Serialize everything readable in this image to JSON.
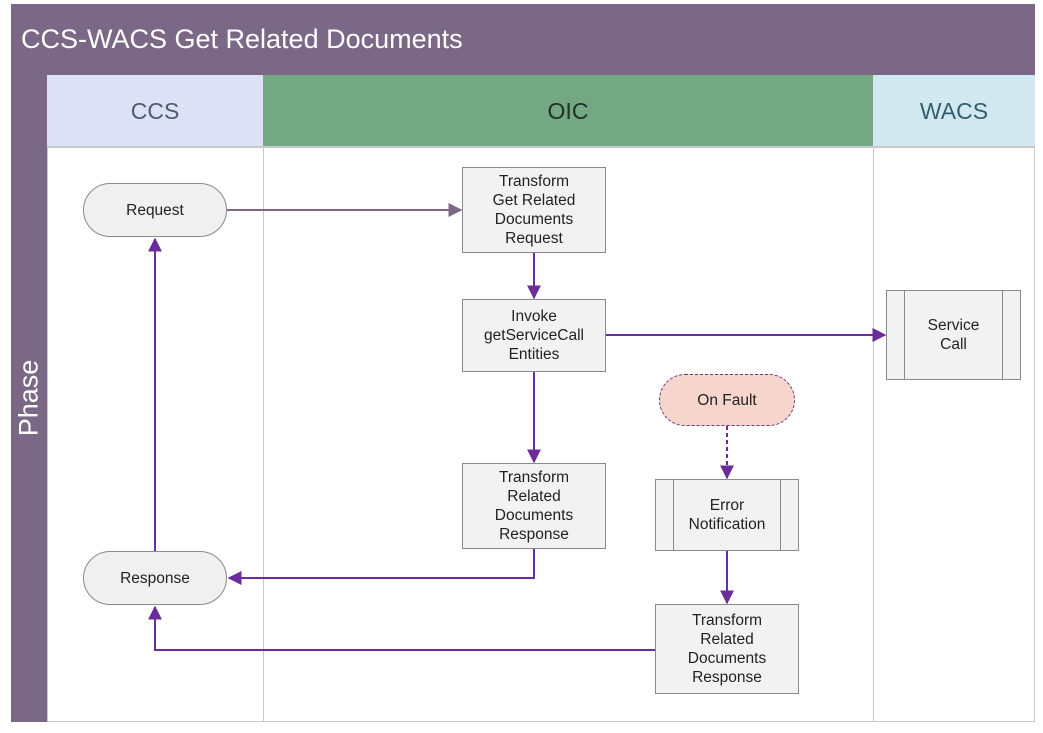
{
  "title": "CCS-WACS Get Related Documents",
  "phase_label": "Phase",
  "lanes": {
    "ccs": "CCS",
    "oic": "OIC",
    "wacs": "WACS"
  },
  "nodes": {
    "request": "Request",
    "response": "Response",
    "transform_request": "Transform\nGet Related\nDocuments\nRequest",
    "invoke": "Invoke\ngetServiceCall\nEntities",
    "transform_response": "Transform\nRelated\nDocuments\nResponse",
    "on_fault": "On Fault",
    "error_notification": "Error\nNotification",
    "transform_response_fault": "Transform\nRelated\nDocuments\nResponse",
    "service_call": "Service\nCall"
  },
  "colors": {
    "title_bar": "#7b6886",
    "ccs_lane": "#dde1f5",
    "oic_lane": "#74a882",
    "wacs_lane": "#d2e8f1",
    "connector": "#6a2d9b",
    "fault_fill": "#f6d6cc"
  }
}
